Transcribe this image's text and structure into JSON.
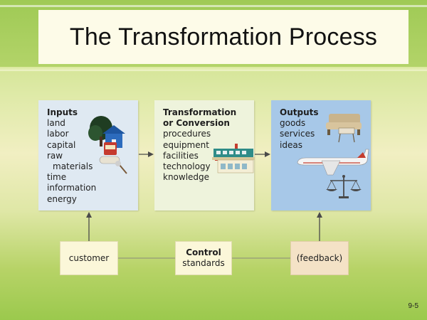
{
  "title": "The Transformation Process",
  "inputs": {
    "heading": "Inputs",
    "items": [
      "land",
      "labor",
      "capital",
      "raw",
      "materials",
      "time",
      "information",
      "energy"
    ]
  },
  "transformation": {
    "heading_line1": "Transformation",
    "heading_line2": "or Conversion",
    "items": [
      "procedures",
      "equipment",
      "facilities",
      "technology",
      "knowledge"
    ]
  },
  "outputs": {
    "heading": "Outputs",
    "items": [
      "goods",
      "services",
      "ideas"
    ]
  },
  "bottom": {
    "customer": "customer",
    "control_title": "Control",
    "control_sub": "standards",
    "feedback": "(feedback)"
  },
  "page_number": "9-5",
  "colors": {
    "inputs_panel": "#dfe9f2",
    "transform_panel": "#eef3dc",
    "outputs_panel": "#a7c8e8",
    "feedback_box": "#f4e2c6",
    "arrow": "#4a4a4a"
  },
  "icons": [
    "tree-house-paint-icon",
    "building-icon",
    "furniture-icon",
    "airplane-icon",
    "balance-scale-icon"
  ]
}
